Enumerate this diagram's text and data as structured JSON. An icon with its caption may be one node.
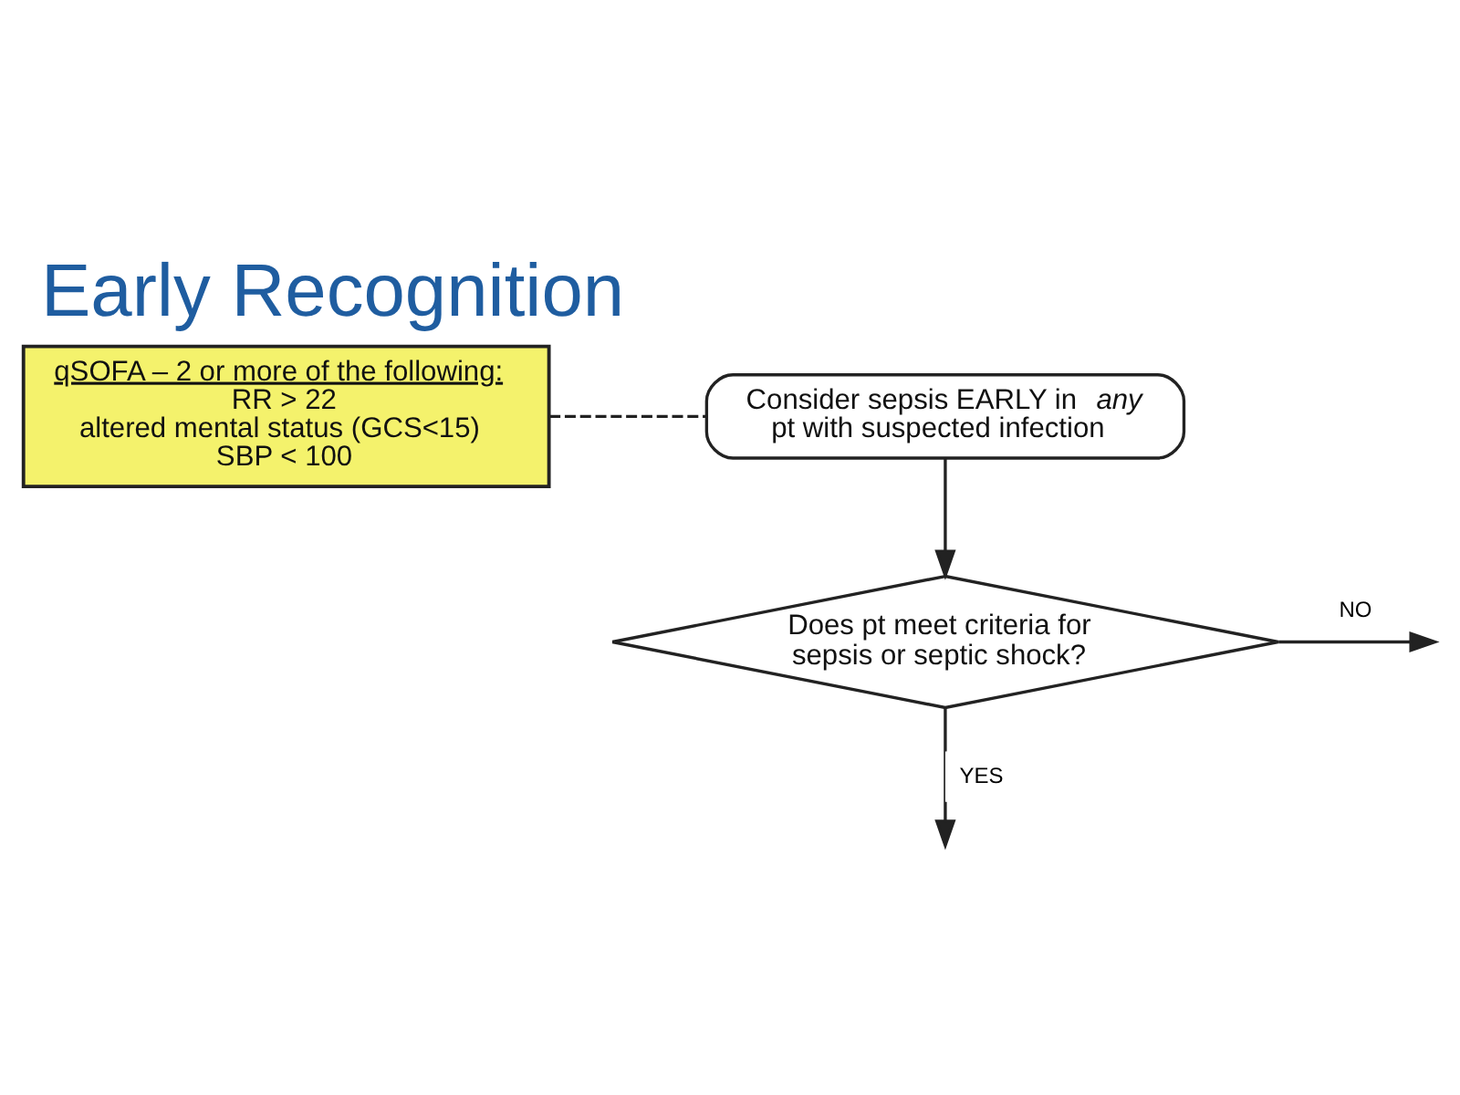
{
  "diagram": {
    "title": "Early Recognition",
    "nodes": [
      {
        "text": [
          "qSOFA – 2 or more of the following:",
          "RR > 22",
          "altered mental status (GCS<15)",
          "SBP < 100"
        ]
      },
      {
        "text": [
          "Consider sepsis EARLY in *any* pt with suspected infection"
        ]
      },
      {
        "text": [
          "Does pt meet criteria for sepsis or septic shock?"
        ]
      }
    ],
    "edges": [
      {
        "from": 0,
        "to": 1,
        "arrow": "none",
        "style": "dashed"
      },
      {
        "from": 1,
        "to": 2,
        "arrow": "to"
      },
      {
        "from": 2,
        "to": null,
        "arrow": "to",
        "label": "NO"
      },
      {
        "from": 2,
        "to": null,
        "arrow": "to",
        "label": "YES"
      }
    ]
  }
}
